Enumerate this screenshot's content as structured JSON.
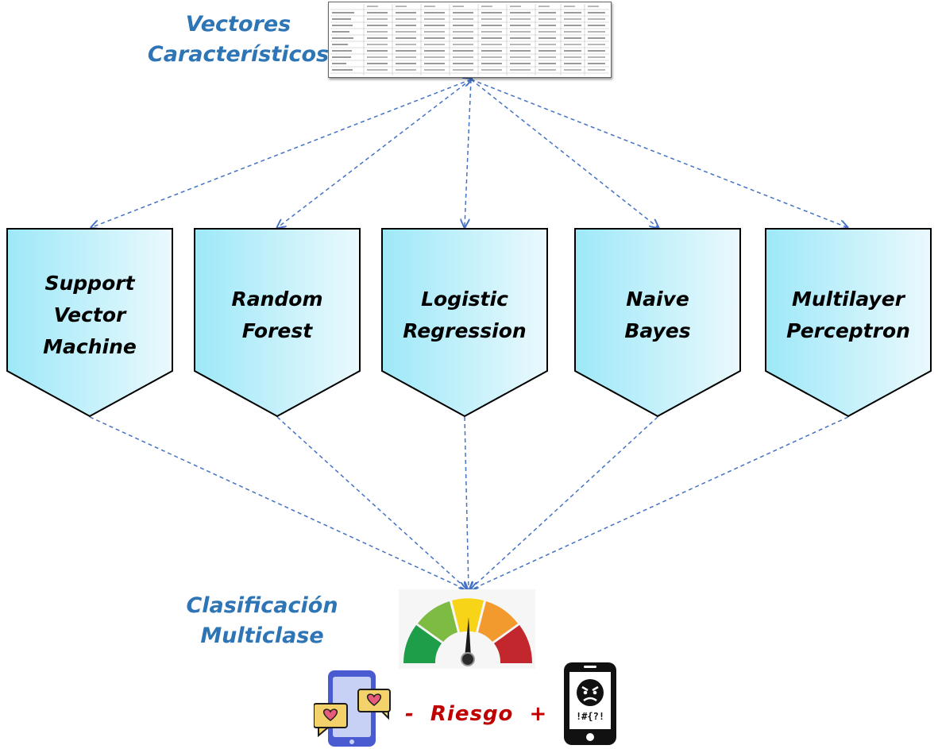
{
  "input": {
    "title_line1": "Vectores",
    "title_line2": "Característicos"
  },
  "models": [
    {
      "lines": [
        "Support",
        "Vector",
        "Machine"
      ]
    },
    {
      "lines": [
        "Random",
        "Forest"
      ]
    },
    {
      "lines": [
        "Logistic",
        "Regression"
      ]
    },
    {
      "lines": [
        "Naive",
        "Bayes"
      ]
    },
    {
      "lines": [
        "Multilayer",
        "Perceptron"
      ]
    }
  ],
  "output": {
    "title_line1": "Clasificación",
    "title_line2": "Multiclase"
  },
  "risk": {
    "minus": "-",
    "label": "Riesgo",
    "plus": "+"
  },
  "phone_right_symbols": "!#{?!",
  "colors": {
    "title_blue": "#2e75b6",
    "arrow_blue": "#4472c4",
    "risk_red": "#c00000",
    "box_gradient_start": "#9ee8f8",
    "box_gradient_end": "#eaf9fd",
    "gauge": [
      "#1f9e49",
      "#7dbb42",
      "#f7d417",
      "#f29a2e",
      "#c1272d"
    ]
  },
  "icons": [
    "feature-table-thumbnail",
    "gauge-icon",
    "phone-hearts-icon",
    "phone-angry-icon"
  ]
}
